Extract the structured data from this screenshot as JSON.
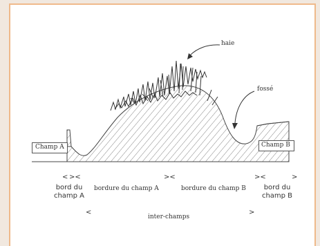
{
  "diagram": {
    "labels": {
      "haie": "haie",
      "fosse": "fossé",
      "champ_a": "Champ A",
      "champ_b": "Champ B",
      "bord_champ_a": [
        "bord du",
        "champ A"
      ],
      "bordure_champ_a": "bordure du champ A",
      "bordure_champ_b": "bordure du champ B",
      "bord_champ_b": [
        "bord du",
        "champ B"
      ],
      "inter_champs": "inter-champs"
    },
    "arrow_marks": {
      "left_end": "<",
      "double": "><",
      "right_end": ">"
    }
  },
  "colors": {
    "background": "#f1e8df",
    "frame_border": "#efb98a",
    "ink": "#333333"
  }
}
